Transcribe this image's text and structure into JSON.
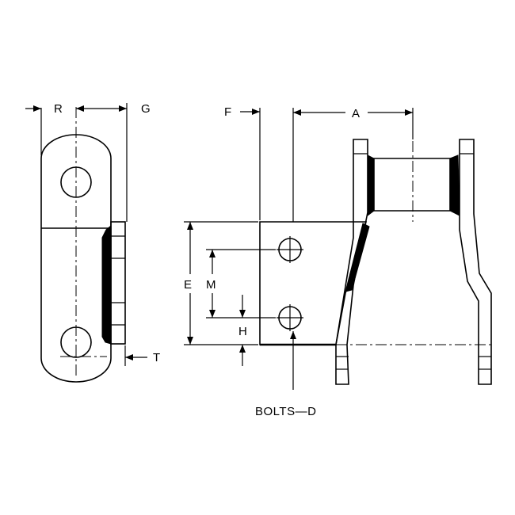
{
  "labels": {
    "R": "R",
    "G": "G",
    "T": "T",
    "F": "F",
    "A": "A",
    "E": "E",
    "M": "M",
    "H": "H",
    "bolts": "BOLTS—D"
  }
}
